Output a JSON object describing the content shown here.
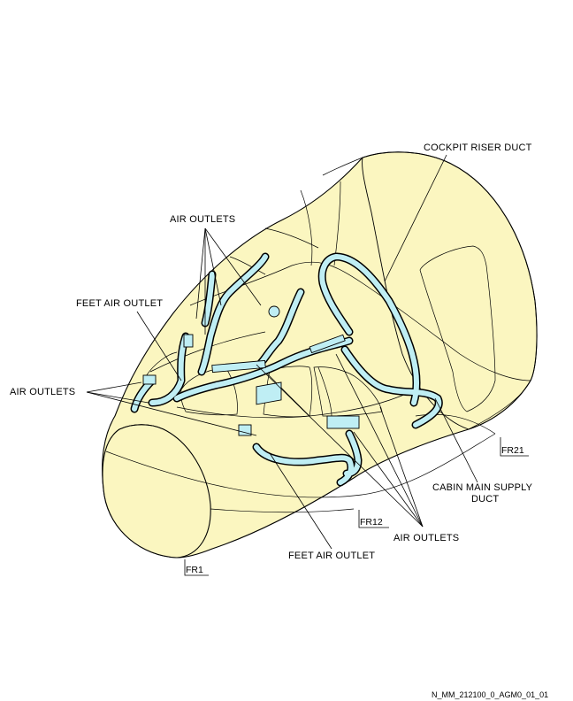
{
  "colors": {
    "fuselage": "#fbf6c0",
    "duct": "#bfeef4",
    "line": "#000000"
  },
  "labels": {
    "cockpit_riser_duct": "COCKPIT RISER DUCT",
    "air_outlets_top": "AIR OUTLETS",
    "feet_air_outlet_top": "FEET AIR OUTLET",
    "air_outlets_left": "AIR OUTLETS",
    "cabin_main_supply_duct_line1": "CABIN MAIN SUPPLY",
    "cabin_main_supply_duct_line2": "DUCT",
    "air_outlets_bottom": "AIR OUTLETS",
    "feet_air_outlet_bottom": "FEET AIR OUTLET"
  },
  "frames": {
    "fr1": "FR1",
    "fr12": "FR12",
    "fr21": "FR21"
  },
  "reference": "N_MM_212100_0_AGM0_01_01"
}
